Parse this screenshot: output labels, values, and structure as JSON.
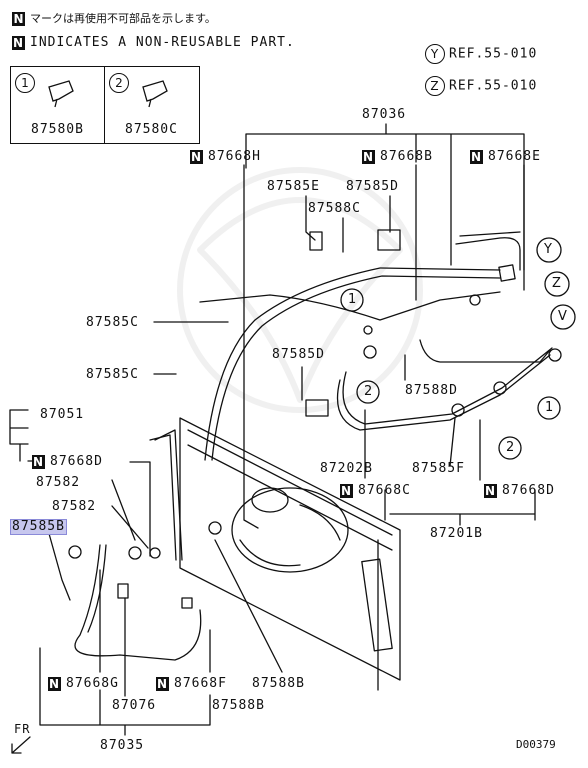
{
  "header": {
    "note_jp": "マークは再使用不可部品を示します。",
    "note_en": "INDICATES A NON-REUSABLE PART.",
    "n_symbol": "N"
  },
  "refs": [
    {
      "symbol": "Y",
      "text": "REF.55-010"
    },
    {
      "symbol": "Z",
      "text": "REF.55-010"
    }
  ],
  "inset": [
    {
      "num": "1",
      "part": "87580B"
    },
    {
      "num": "2",
      "part": "87580C"
    }
  ],
  "labels": {
    "p87036": "87036",
    "p87668H": "87668H",
    "p87668B": "87668B",
    "p87668E": "87668E",
    "p87585E": "87585E",
    "p87585D_top": "87585D",
    "p87588C": "87588C",
    "p87585C_1": "87585C",
    "p87585C_2": "87585C",
    "p87585D_mid": "87585D",
    "p87588D": "87588D",
    "p87051": "87051",
    "p87668D": "87668D",
    "p87582_1": "87582",
    "p87582_2": "87582",
    "p87585B": "87585B",
    "p87202B": "87202B",
    "p87585F": "87585F",
    "p87668C": "87668C",
    "p87668D_right": "87668D",
    "p87201B": "87201B",
    "p87668G": "87668G",
    "p87668F": "87668F",
    "p87588B_1": "87588B",
    "p87076": "87076",
    "p87588B_2": "87588B",
    "p87035": "87035",
    "fr": "FR",
    "diagram_id": "D00379"
  },
  "callouts": {
    "v": "V",
    "y": "Y",
    "z": "Z",
    "one_a": "1",
    "one_b": "1",
    "two_a": "2",
    "two_b": "2"
  },
  "colors": {
    "highlight": "#c7c7ee",
    "ink": "#111111"
  }
}
